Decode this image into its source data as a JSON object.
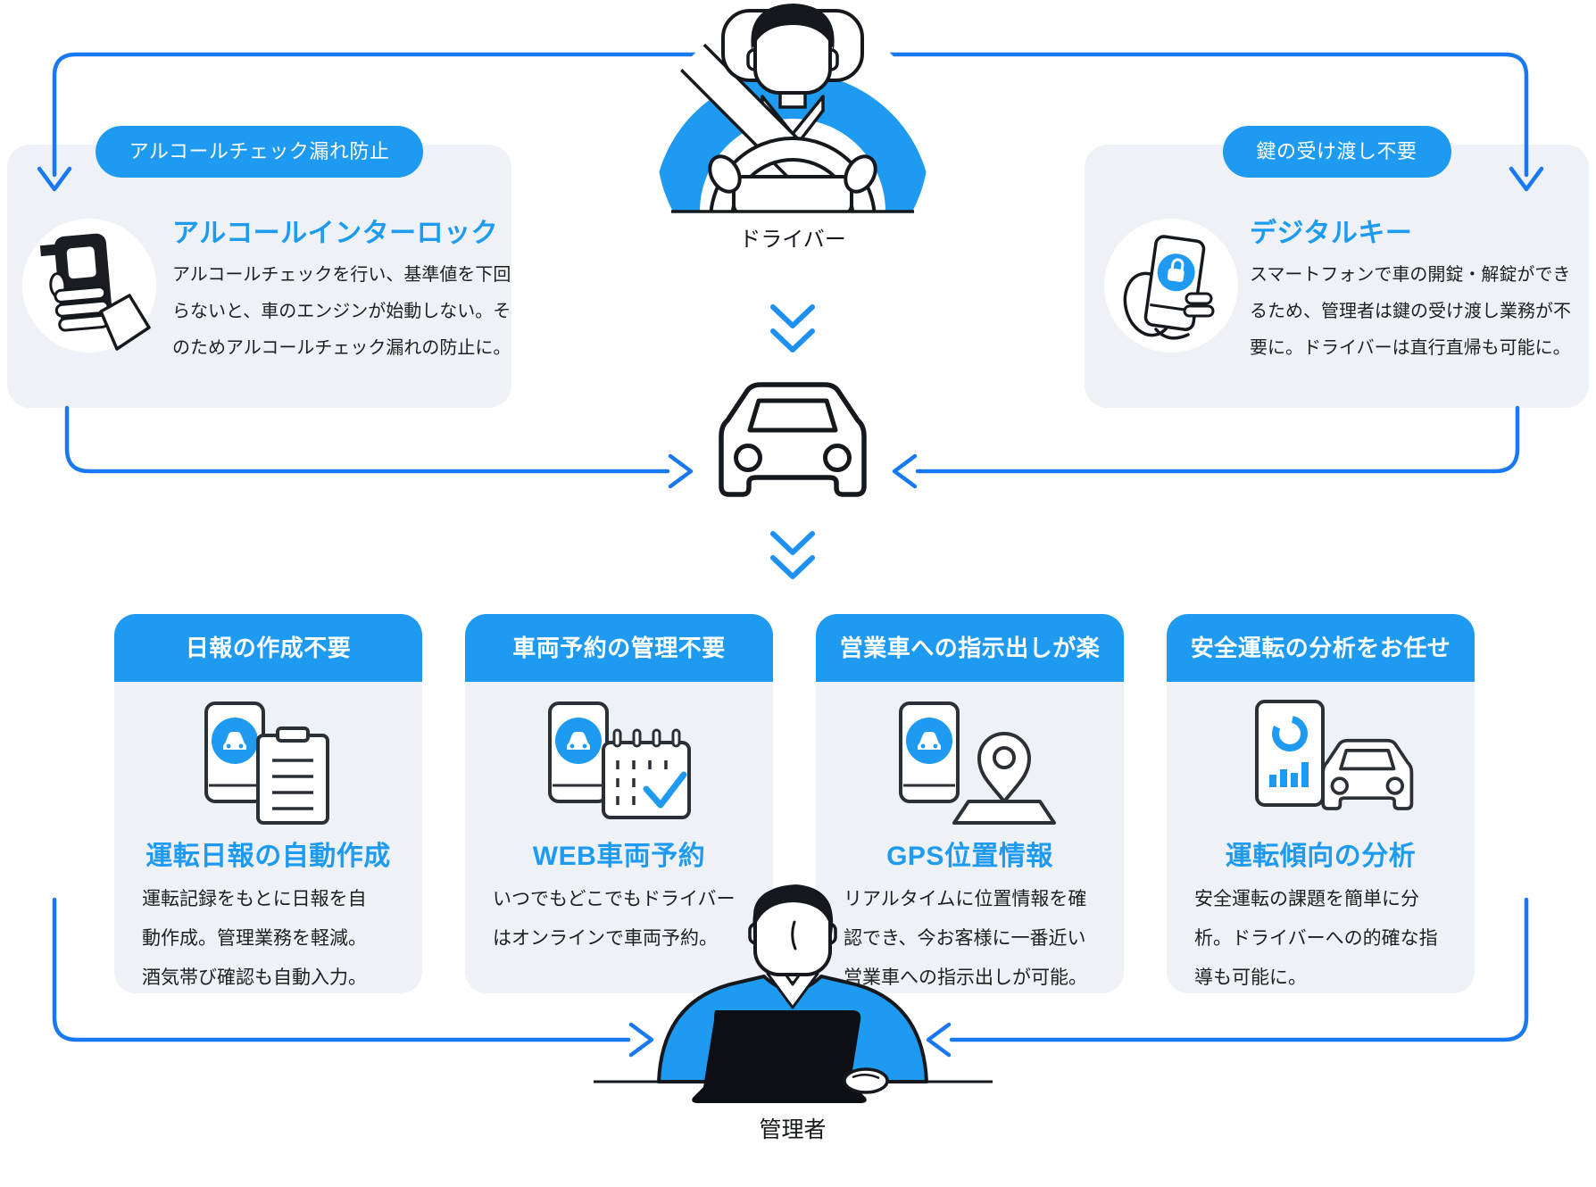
{
  "palette": {
    "accent_blue": "#1E9BF0",
    "line_blue": "#1879F2",
    "card_bg": "#EEF1F6",
    "ink": "#15181D",
    "text": "#1F1F1F",
    "white": "#FFFFFF"
  },
  "driver": {
    "label": "ドライバー"
  },
  "manager": {
    "label": "管理者"
  },
  "top_cards": [
    {
      "badge": "アルコールチェック漏れ防止",
      "title": "アルコールインターロック",
      "desc_lines": [
        "アルコールチェックを行い、基準値を下回",
        "らないと、車のエンジンが始動しない。そ",
        "のためアルコールチェック漏れの防止に。"
      ],
      "icon": "breathalyzer-icon"
    },
    {
      "badge": "鍵の受け渡し不要",
      "title": "デジタルキー",
      "desc_lines": [
        "スマートフォンで車の開錠・解錠ができ",
        "るため、管理者は鍵の受け渡し業務が不",
        "要に。ドライバーは直行直帰も可能に。"
      ],
      "icon": "smartphone-key-icon"
    }
  ],
  "bottom_cards": [
    {
      "header": "日報の作成不要",
      "title": "運転日報の自動作成",
      "desc_lines": [
        "運転記録をもとに日報を自",
        "動作成。管理業務を軽減。",
        "酒気帯び確認も自動入力。"
      ],
      "icon": "daily-report-icon"
    },
    {
      "header": "車両予約の管理不要",
      "title": "WEB車両予約",
      "desc_lines": [
        "いつでもどこでもドライバー",
        "はオンラインで車両予約。",
        ""
      ],
      "icon": "web-reservation-icon"
    },
    {
      "header": "営業車への指示出しが楽",
      "title": "GPS位置情報",
      "desc_lines": [
        "リアルタイムに位置情報を確",
        "認でき、今お客様に一番近い",
        "営業車への指示出しが可能。"
      ],
      "icon": "gps-location-icon"
    },
    {
      "header": "安全運転の分析をお任せ",
      "title": "運転傾向の分析",
      "desc_lines": [
        "安全運転の課題を簡単に分",
        "析。ドライバーへの的確な指",
        "導も可能に。"
      ],
      "icon": "driving-analysis-icon"
    }
  ]
}
